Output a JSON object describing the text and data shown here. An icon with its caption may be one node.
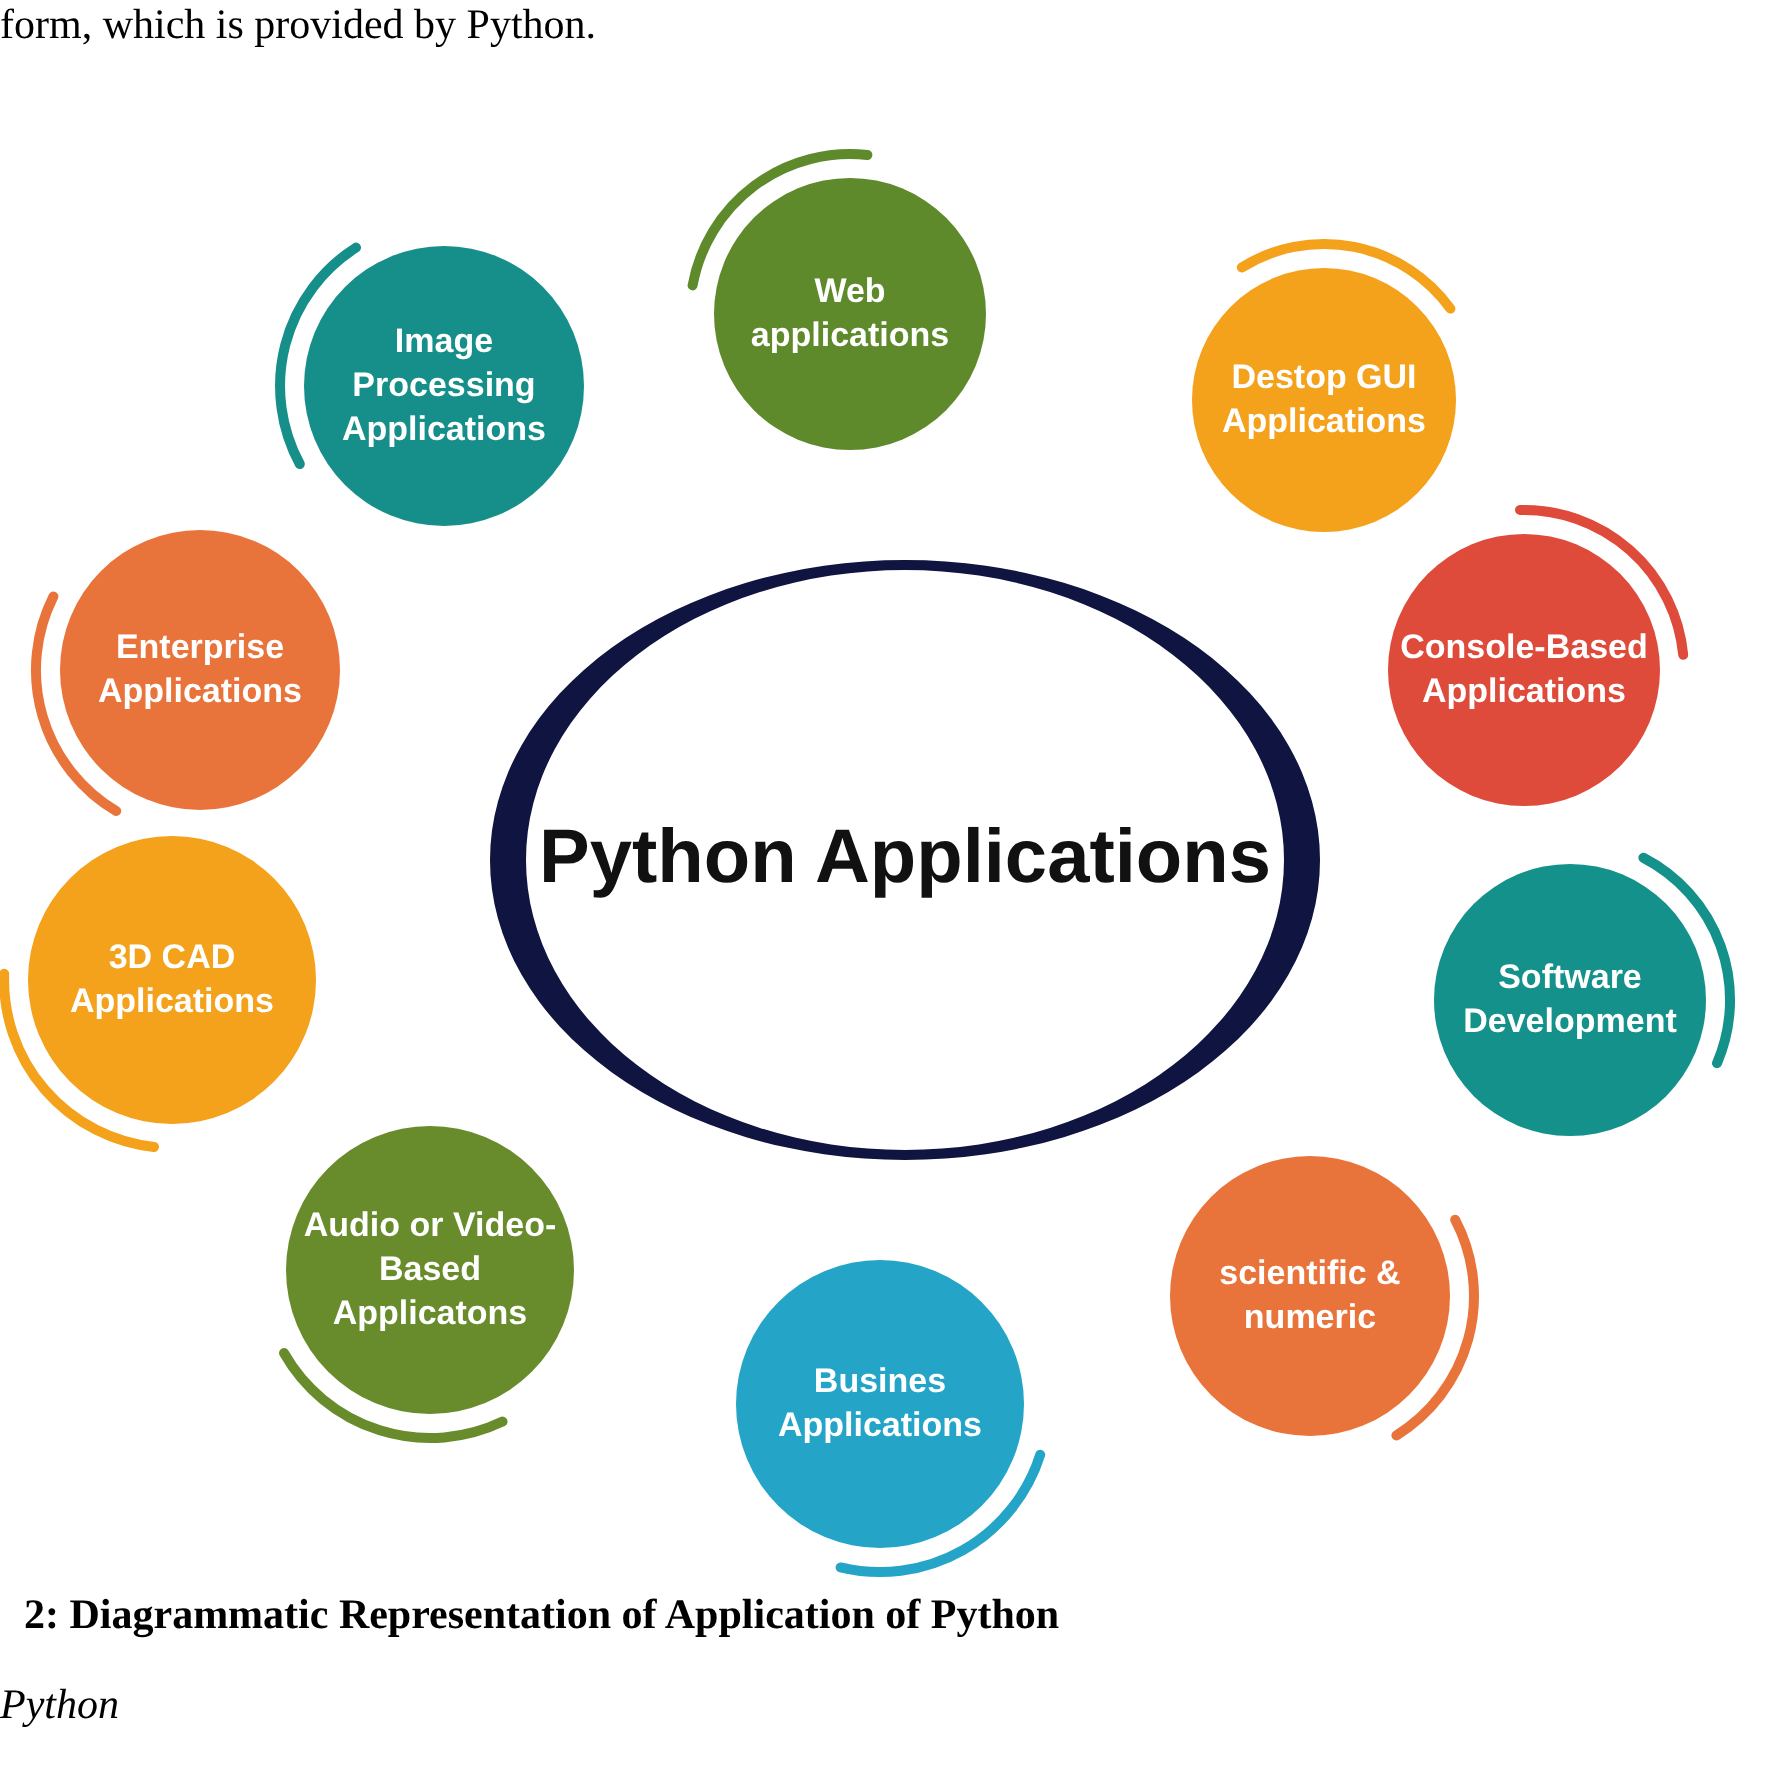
{
  "diagram": {
    "caption": "2: Diagrammatic Representation of Application of Python",
    "nodes": [
      {
        "text": [
          "Python Applications"
        ]
      },
      {
        "text": [
          "Web applications"
        ]
      },
      {
        "text": [
          "Destop GUI Applications"
        ]
      },
      {
        "text": [
          "Console-Based Applications"
        ]
      },
      {
        "text": [
          "Software Development"
        ]
      },
      {
        "text": [
          "scientific & numeric"
        ]
      },
      {
        "text": [
          "Busines Applications"
        ]
      },
      {
        "text": [
          "Audio or Video-Based Applicatons"
        ]
      },
      {
        "text": [
          "3D CAD Applications"
        ]
      },
      {
        "text": [
          "Enterprise Applications"
        ]
      },
      {
        "text": [
          "Image Processing Applications"
        ]
      }
    ],
    "labels": [
      "form, which is provided by Python.",
      "Python"
    ]
  }
}
